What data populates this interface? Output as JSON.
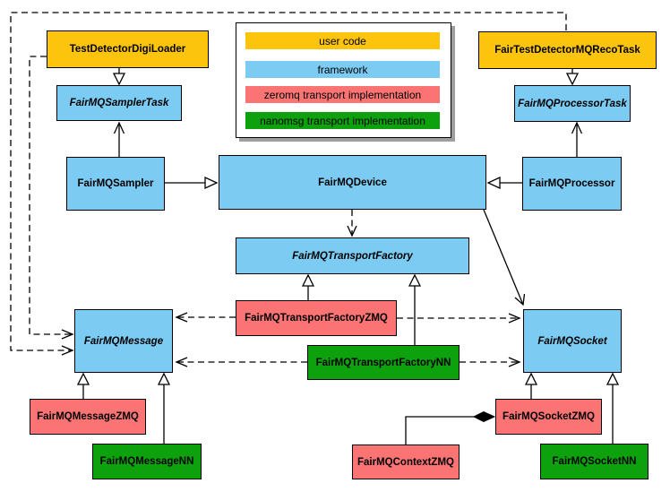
{
  "colors": {
    "user_code": "#FCC40D",
    "framework": "#7BCBF2",
    "zeromq": "#F97473",
    "nanomsg": "#0EA10E",
    "border": "#000000",
    "legend_shadow": "#9E9E9E",
    "background": "#FFFFFF"
  },
  "legend": {
    "items": [
      {
        "label": "user code",
        "color": "user_code"
      },
      {
        "label": "framework",
        "color": "framework"
      },
      {
        "label": "zeromq transport implementation",
        "color": "zeromq"
      },
      {
        "label": "nanomsg transport implementation",
        "color": "nanomsg"
      }
    ]
  },
  "nodes": {
    "test_detector_digi_loader": {
      "label": "TestDetectorDigiLoader",
      "category": "user_code",
      "abstract": false
    },
    "fair_test_detector_mq_reco_task": {
      "label": "FairTestDetectorMQRecoTask",
      "category": "user_code",
      "abstract": false
    },
    "fairmq_sampler_task": {
      "label": "FairMQSamplerTask",
      "category": "framework",
      "abstract": true
    },
    "fairmq_processor_task": {
      "label": "FairMQProcessorTask",
      "category": "framework",
      "abstract": true
    },
    "fairmq_sampler": {
      "label": "FairMQSampler",
      "category": "framework",
      "abstract": false
    },
    "fairmq_device": {
      "label": "FairMQDevice",
      "category": "framework",
      "abstract": false
    },
    "fairmq_processor": {
      "label": "FairMQProcessor",
      "category": "framework",
      "abstract": false
    },
    "fairmq_transport_factory": {
      "label": "FairMQTransportFactory",
      "category": "framework",
      "abstract": true
    },
    "fairmq_transport_factory_zmq": {
      "label": "FairMQTransportFactoryZMQ",
      "category": "zeromq",
      "abstract": false
    },
    "fairmq_transport_factory_nn": {
      "label": "FairMQTransportFactoryNN",
      "category": "nanomsg",
      "abstract": false
    },
    "fairmq_message": {
      "label": "FairMQMessage",
      "category": "framework",
      "abstract": true
    },
    "fairmq_socket": {
      "label": "FairMQSocket",
      "category": "framework",
      "abstract": true
    },
    "fairmq_message_zmq": {
      "label": "FairMQMessageZMQ",
      "category": "zeromq",
      "abstract": false
    },
    "fairmq_message_nn": {
      "label": "FairMQMessageNN",
      "category": "nanomsg",
      "abstract": false
    },
    "fairmq_context_zmq": {
      "label": "FairMQContextZMQ",
      "category": "zeromq",
      "abstract": false
    },
    "fairmq_socket_zmq": {
      "label": "FairMQSocketZMQ",
      "category": "zeromq",
      "abstract": false
    },
    "fairmq_socket_nn": {
      "label": "FairMQSocketNN",
      "category": "nanomsg",
      "abstract": false
    }
  }
}
